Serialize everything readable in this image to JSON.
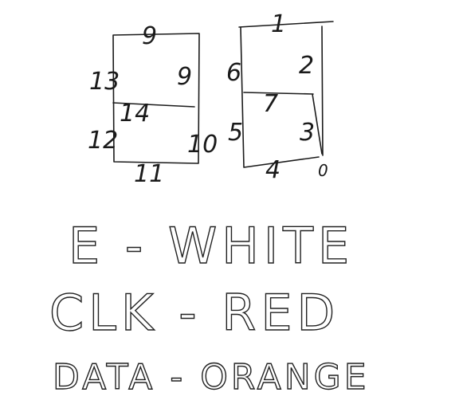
{
  "left_box": {
    "labels": {
      "top": "9",
      "inner_right": "9",
      "left_upper": "13",
      "middle": "14",
      "left_lower": "12",
      "right_lower": "10",
      "bottom": "11"
    }
  },
  "right_box": {
    "labels": {
      "top": "1",
      "upper_right": "2",
      "upper_left": "6",
      "center": "7",
      "lower_left": "5",
      "lower_right": "3",
      "bottom": "4",
      "corner_mark": "0"
    }
  },
  "legend": {
    "line1": "E - WHITE",
    "line2": "CLK - RED",
    "line3": "DATA - ORANGE"
  }
}
